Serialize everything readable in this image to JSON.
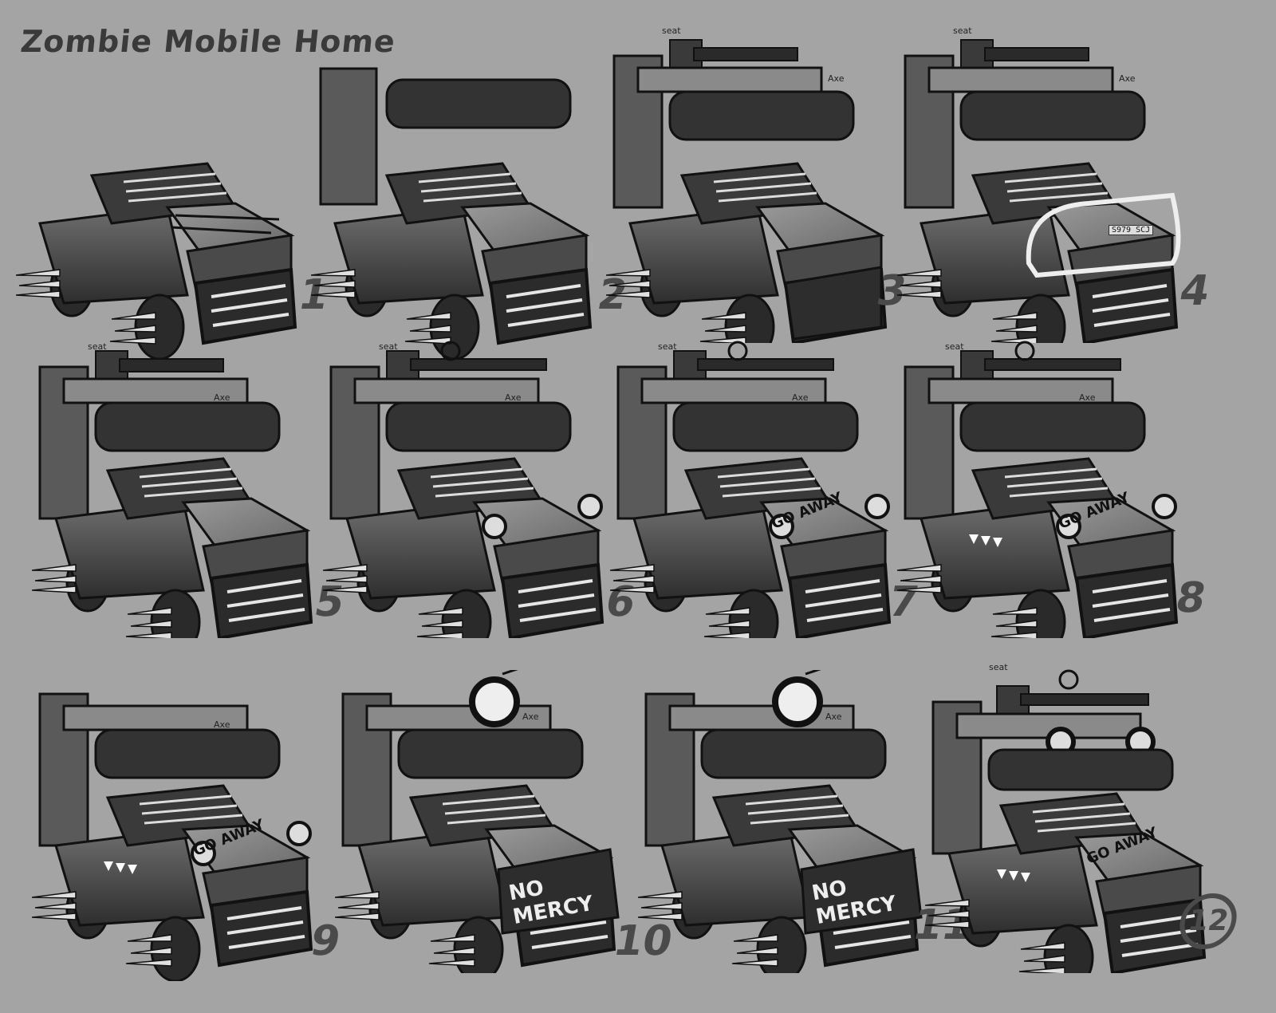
{
  "sheet": {
    "title": "Zombie Mobile Home",
    "background_color": "#a4a4a4",
    "ink_color": "#3a3a3a"
  },
  "variants": [
    {
      "label": "1",
      "notes": [],
      "slogan": "",
      "graffiti": "",
      "plate": "",
      "features": [
        "pickup-truck",
        "chained-hood",
        "spiked-front-grille",
        "wheel-spikes",
        "window-bars"
      ]
    },
    {
      "label": "2",
      "notes": [],
      "slogan": "",
      "graffiti": "",
      "plate": "",
      "features": [
        "rear-armor-panels",
        "roof-cargo-rolls",
        "spiked-front-grille",
        "wheel-spikes"
      ]
    },
    {
      "label": "3",
      "notes": [
        "seat",
        "Axe"
      ],
      "slogan": "",
      "graffiti": "",
      "plate": "",
      "features": [
        "roof-turret-gun",
        "roof-rack",
        "flat-front-plate",
        "wheel-spikes"
      ]
    },
    {
      "label": "4",
      "notes": [
        "seat",
        "Axe"
      ],
      "slogan": "",
      "graffiti": "",
      "plate": "S979 SCJ",
      "features": [
        "roof-turret-gun",
        "bull-bar",
        "wheel-spikes"
      ]
    },
    {
      "label": "5",
      "notes": [
        "seat",
        "Axe"
      ],
      "slogan": "",
      "graffiti": "",
      "plate": "",
      "features": [
        "roof-turret-gun",
        "jerry-cans",
        "spiked-front-grille",
        "wheel-spikes"
      ]
    },
    {
      "label": "6",
      "notes": [
        "seat",
        "Axe"
      ],
      "slogan": "",
      "graffiti": "",
      "plate": "",
      "features": [
        "gatling-turret",
        "gun-sight",
        "jerry-cans",
        "spotlights",
        "spiked-front-grille"
      ]
    },
    {
      "label": "7",
      "notes": [
        "seat",
        "Axe"
      ],
      "slogan": "",
      "graffiti": "GO AWAY",
      "plate": "",
      "features": [
        "gatling-turret",
        "gun-sight",
        "jerry-cans",
        "spotlights",
        "spiked-front-grille"
      ]
    },
    {
      "label": "8",
      "notes": [
        "seat",
        "Axe"
      ],
      "slogan": "",
      "graffiti": "GO AWAY",
      "plate": "",
      "features": [
        "gatling-turret",
        "gun-sight",
        "shark-teeth",
        "spotlights",
        "toothed-grille"
      ]
    },
    {
      "label": "9",
      "notes": [
        "Axe"
      ],
      "slogan": "",
      "graffiti": "GO AWAY",
      "plate": "",
      "features": [
        "roof-rack",
        "jerry-cans",
        "shark-teeth",
        "toothed-grille"
      ]
    },
    {
      "label": "10",
      "notes": [
        "Axe"
      ],
      "slogan": "NO MERCY",
      "graffiti": "",
      "plate": "",
      "features": [
        "roof-searchlight",
        "shark-teeth",
        "front-armor-plate"
      ]
    },
    {
      "label": "11",
      "notes": [
        "Axe"
      ],
      "slogan": "NO MERCY",
      "graffiti": "",
      "plate": "",
      "features": [
        "roof-searchlight",
        "front-armor-plate"
      ]
    },
    {
      "label": "12",
      "notes": [
        "seat"
      ],
      "slogan": "",
      "graffiti": "GO AWAY",
      "plate": "",
      "features": [
        "gatling-turret",
        "gun-sight",
        "twin-roof-spotlights",
        "shark-teeth",
        "toothed-grille"
      ],
      "circled": true
    }
  ]
}
